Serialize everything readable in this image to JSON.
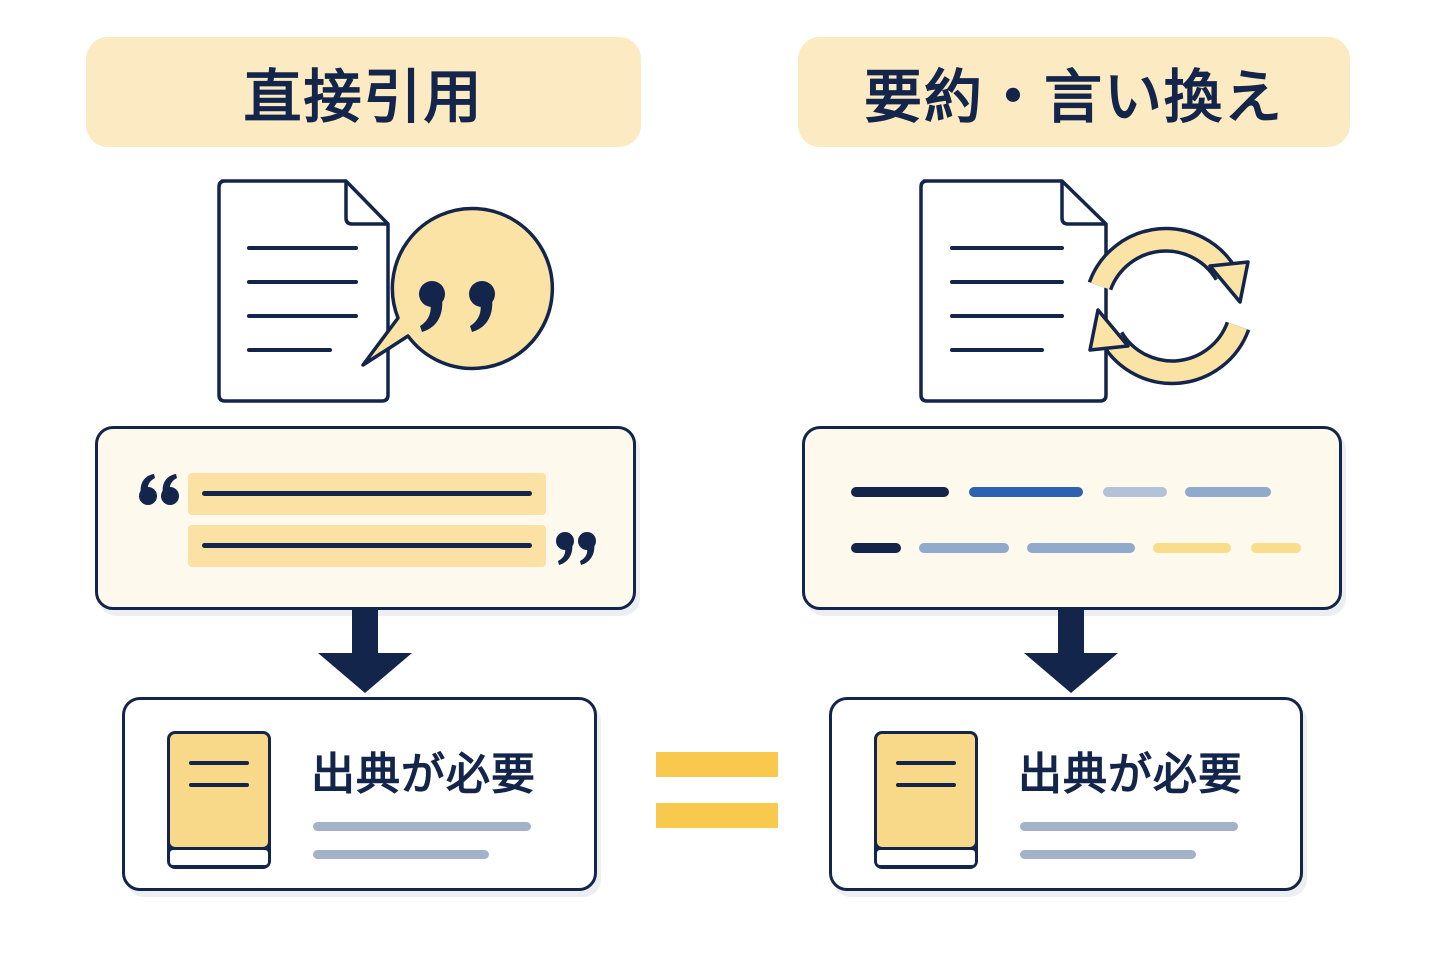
{
  "left_column": {
    "title": "直接引用",
    "source_label": "出典が必要"
  },
  "right_column": {
    "title": "要約・言い換え",
    "source_label": "出典が必要"
  },
  "colors": {
    "navy": "#13254a",
    "header_bg": "#fcebc2",
    "panel_bg": "#fdf9ec",
    "highlight": "#fbe2a4",
    "yellow": "#f9c94e",
    "blue": "#2d62b2",
    "light_blue": "#91a9cb",
    "gray_line": "#a3b2c8"
  },
  "icons": [
    "document-icon",
    "quote-bubble-icon",
    "refresh-cycle-icon",
    "book-icon",
    "arrow-down-icon",
    "equals-icon"
  ]
}
